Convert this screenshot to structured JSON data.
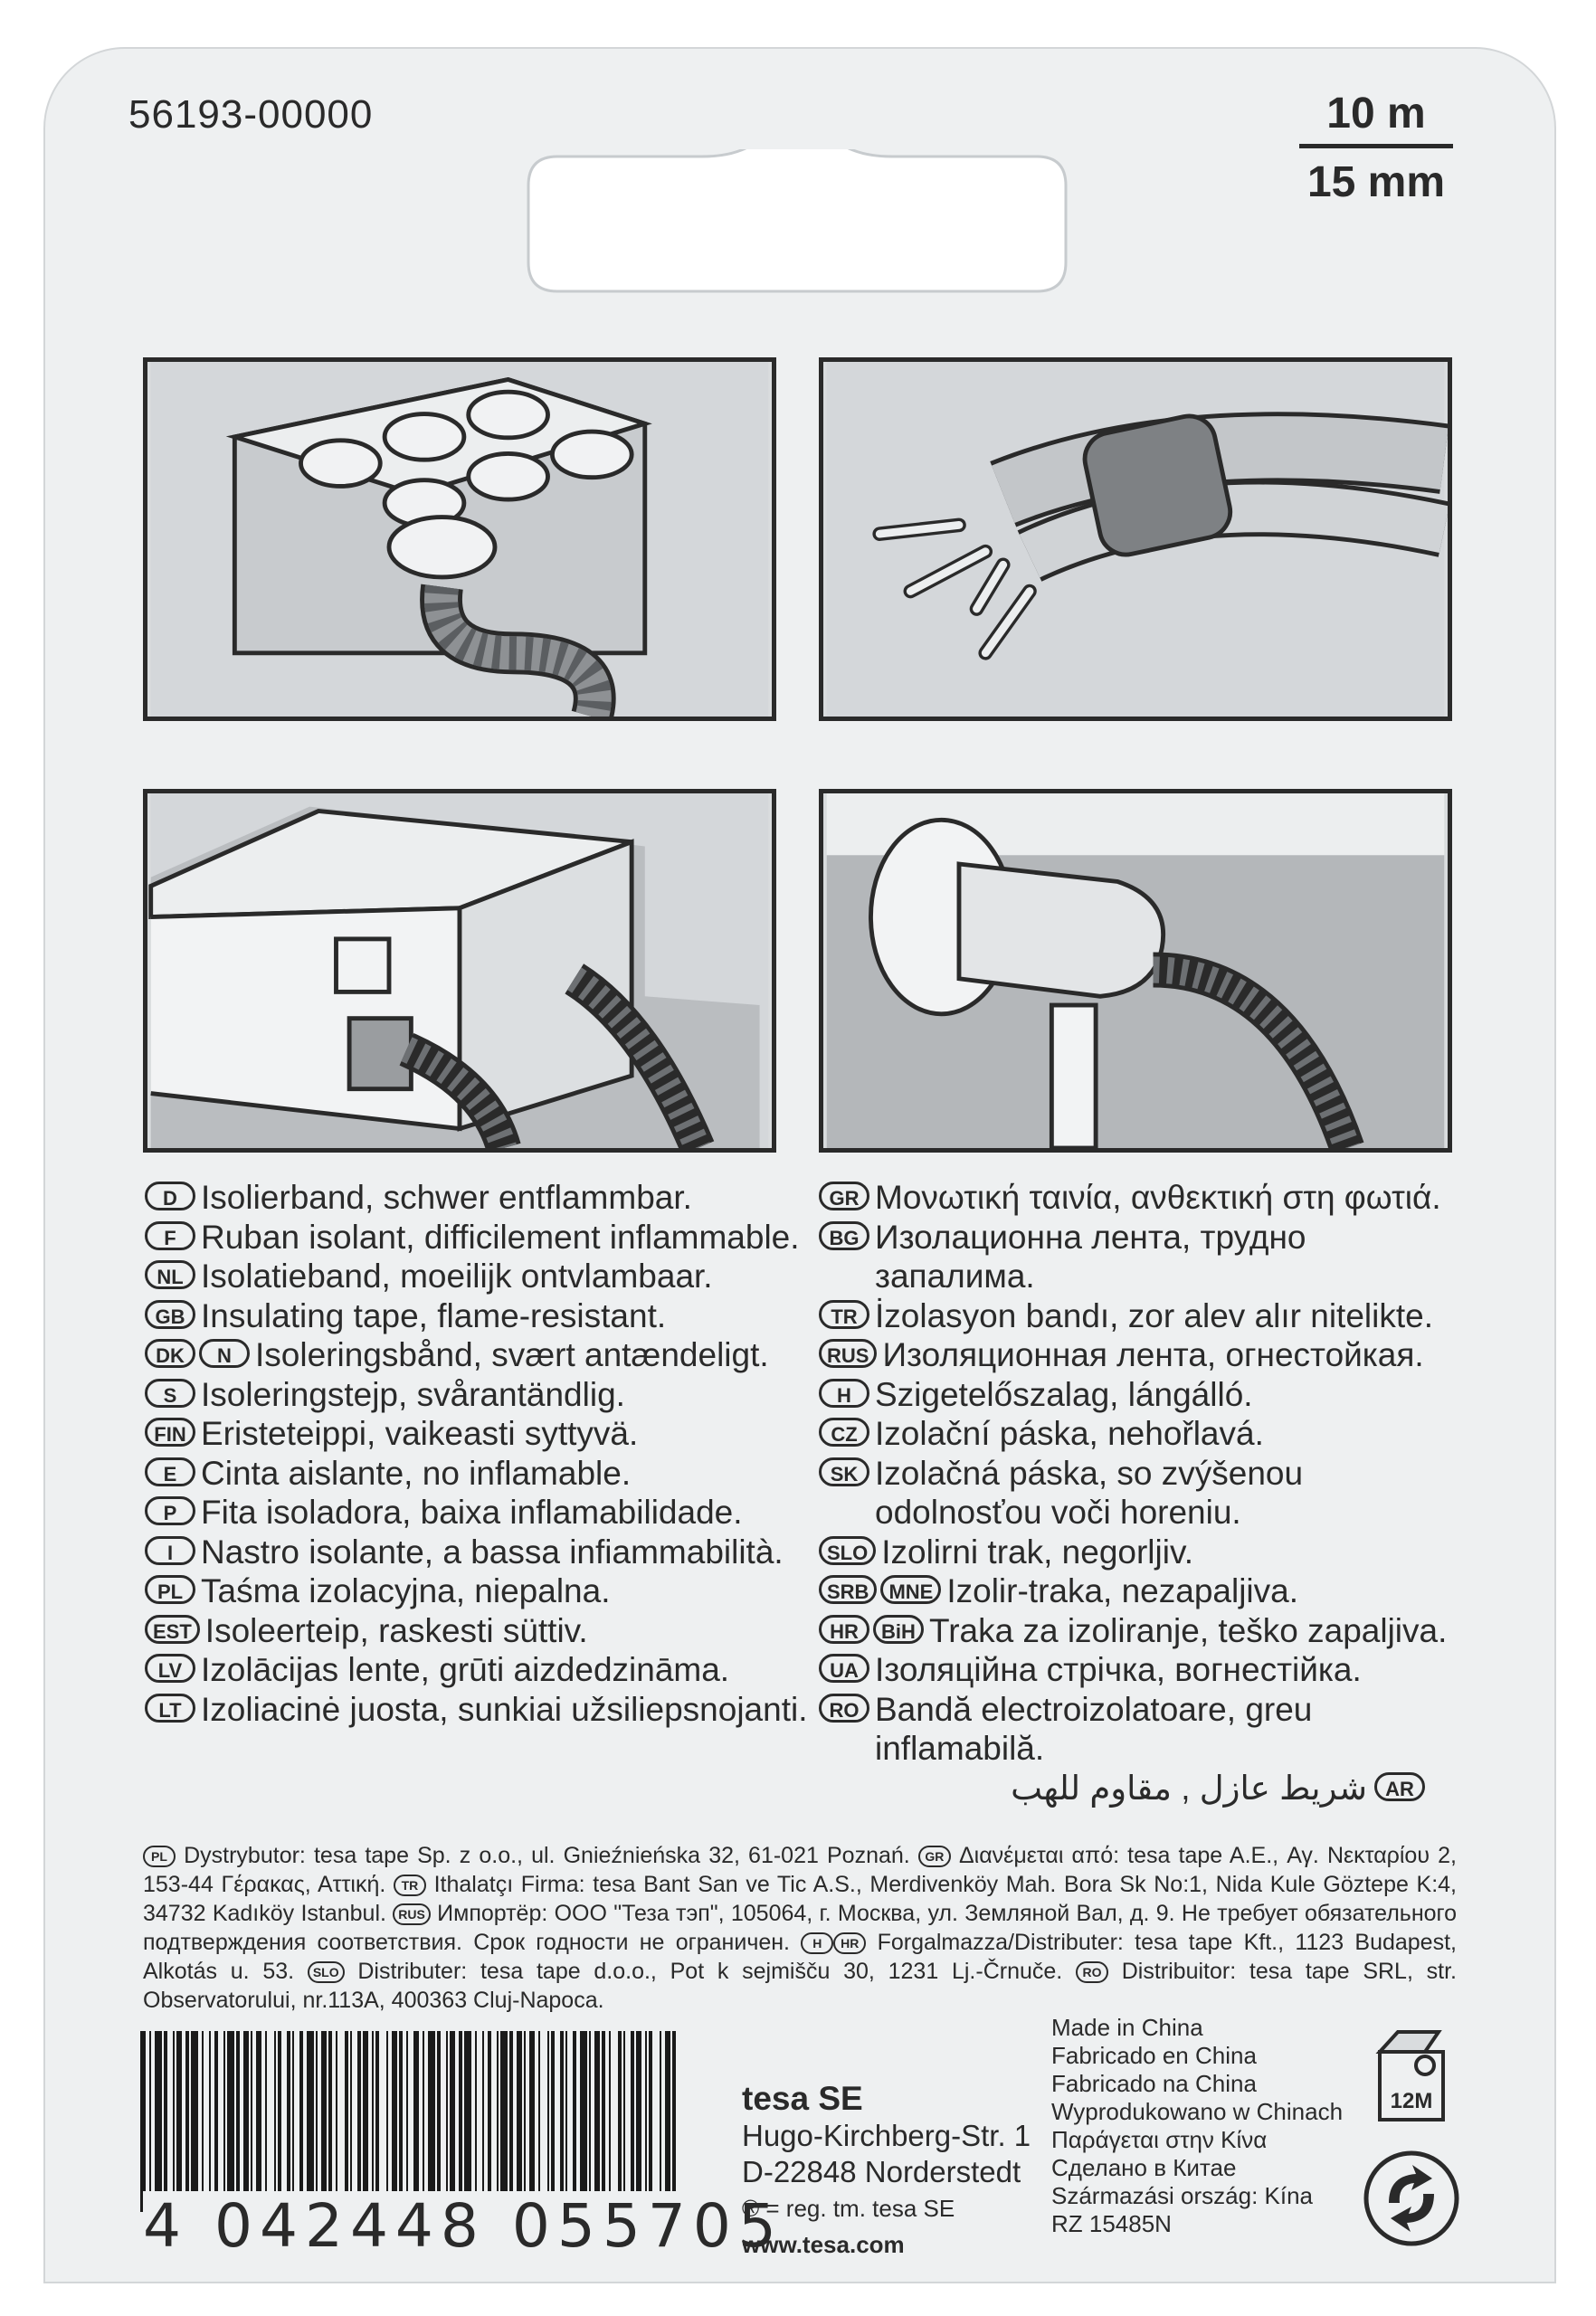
{
  "product": {
    "code": "56193-00000",
    "length": "10 m",
    "width": "15 mm"
  },
  "icons": {
    "panel_1": "battery-terminal-icon",
    "panel_2": "cable-bundle-icon",
    "panel_3": "device-cable-icon",
    "panel_4": "lamp-cable-icon",
    "recycle": "recycle-icon",
    "shelf_life": "open-jar-12m-icon"
  },
  "languages_left": [
    {
      "codes": [
        "D"
      ],
      "text": "Isolierband, schwer entflammbar."
    },
    {
      "codes": [
        "F"
      ],
      "text": "Ruban isolant, difficilement inflammable."
    },
    {
      "codes": [
        "NL"
      ],
      "text": "Isolatieband, moeilijk ontvlambaar."
    },
    {
      "codes": [
        "GB"
      ],
      "text": "Insulating tape, flame-resistant."
    },
    {
      "codes": [
        "DK",
        "N"
      ],
      "text": "Isoleringsbånd, svært antændeligt."
    },
    {
      "codes": [
        "S"
      ],
      "text": "Isoleringstejp, svårantändlig."
    },
    {
      "codes": [
        "FIN"
      ],
      "text": "Eristeteippi, vaikeasti syttyvä."
    },
    {
      "codes": [
        "E"
      ],
      "text": "Cinta aislante, no inflamable."
    },
    {
      "codes": [
        "P"
      ],
      "text": "Fita isoladora, baixa inflamabilidade."
    },
    {
      "codes": [
        "I"
      ],
      "text": "Nastro isolante, a bassa infiammabilità."
    },
    {
      "codes": [
        "PL"
      ],
      "text": "Taśma izolacyjna, niepalna."
    },
    {
      "codes": [
        "EST"
      ],
      "text": "Isoleerteip, raskesti süttiv."
    },
    {
      "codes": [
        "LV"
      ],
      "text": "Izolācijas lente, grūti aizdedzināma."
    },
    {
      "codes": [
        "LT"
      ],
      "text": "Izoliacinė juosta, sunkiai užsiliepsnojanti."
    }
  ],
  "languages_right": [
    {
      "codes": [
        "GR"
      ],
      "text": "Μονωτική ταινία, ανθεκτική στη φωτιά."
    },
    {
      "codes": [
        "BG"
      ],
      "text": "Изолационна лента, трудно запалима."
    },
    {
      "codes": [
        "TR"
      ],
      "text": "İzolasyon bandı, zor alev alır nitelikte."
    },
    {
      "codes": [
        "RUS"
      ],
      "text": "Изоляционная лента, огнестойкая."
    },
    {
      "codes": [
        "H"
      ],
      "text": "Szigetelőszalag, lángálló."
    },
    {
      "codes": [
        "CZ"
      ],
      "text": "Izolační páska, nehořlavá."
    },
    {
      "codes": [
        "SK"
      ],
      "text": "Izolačná páska, so zvýšenou odolnosťou voči horeniu."
    },
    {
      "codes": [
        "SLO"
      ],
      "text": "Izolirni trak, negorljiv."
    },
    {
      "codes": [
        "SRB",
        "MNE"
      ],
      "text": "Izolir-traka, nezapaljiva."
    },
    {
      "codes": [
        "HR",
        "BiH"
      ],
      "text": "Traka za izoliranje, teško zapaljiva."
    },
    {
      "codes": [
        "UA"
      ],
      "text": "Ізоляційна стрічка, вогнестійка."
    },
    {
      "codes": [
        "RO"
      ],
      "text": "Bandă electroizolatoare, greu inflamabilă."
    }
  ],
  "arabic": {
    "code": "AR",
    "text": "شريط عازل , مقاوم للهب"
  },
  "distributors": [
    {
      "codes": [
        "PL"
      ],
      "text": "Dystrybutor: tesa tape Sp. z o.o., ul. Gnieźnieńska 32, 61-021 Poznań."
    },
    {
      "codes": [
        "GR"
      ],
      "text": "Διανέμεται από: tesa tape A.E., Αγ. Νεκταρίου 2, 153-44 Γέρακας, Αττική."
    },
    {
      "codes": [
        "TR"
      ],
      "text": "Ithalatçı Firma: tesa Bant San ve Tic A.S., Merdivenköy Mah. Bora Sk No:1, Nida Kule Göztepe K:4, 34732 Kadıköy Istanbul."
    },
    {
      "codes": [
        "RUS"
      ],
      "text": "Импортёр: ООО \"Теза тэп\", 105064, г. Москва, ул. Земляной Вал, д. 9. Не требует обязательного подтверждения соответствия. Срок годности не ограничен."
    },
    {
      "codes": [
        "H",
        "HR"
      ],
      "text": "Forgalmazza/Distributer: tesa tape Kft., 1123 Budapest, Alkotás u. 53."
    },
    {
      "codes": [
        "SLO"
      ],
      "text": "Distributer: tesa tape d.o.o., Pot k sejmišču 30, 1231 Lj.-Črnuče."
    },
    {
      "codes": [
        "RO"
      ],
      "text": "Distribuitor: tesa tape SRL, str. Observatorului, nr.113A, 400363 Cluj-Napoca."
    }
  ],
  "barcode_number": "4 042448 055705",
  "company": {
    "name": "tesa SE",
    "street": "Hugo-Kirchberg-Str. 1",
    "city": "D-22848 Norderstedt",
    "trademark": "® = reg. tm. tesa SE",
    "website": "www.tesa.com"
  },
  "made_in": [
    "Made in China",
    "Fabricado en China",
    "Fabricado na China",
    "Wyprodukowano w Chinach",
    "Παράγεται στην Κίνα",
    "Сделано в Китае",
    "Származási ország: Kína",
    "RZ 15485N"
  ],
  "shelf_life_label": "12M"
}
